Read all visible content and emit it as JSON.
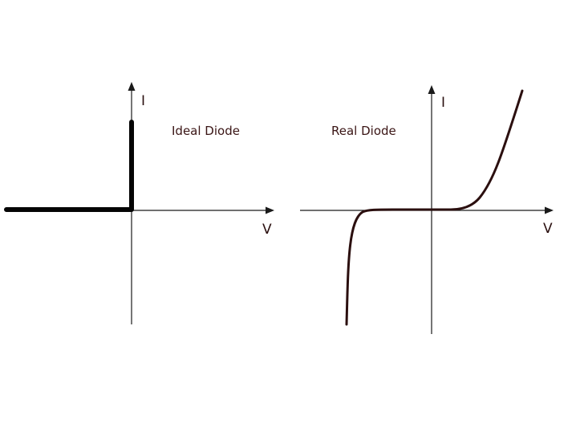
{
  "diagrams": [
    {
      "title": "Ideal Diode",
      "x_axis_label": "V",
      "y_axis_label": "I"
    },
    {
      "title": "Real Diode",
      "x_axis_label": "V",
      "y_axis_label": "I"
    }
  ],
  "colors": {
    "axis": "#1a1a1a",
    "curve": "#050505",
    "text": "#3a1515"
  }
}
